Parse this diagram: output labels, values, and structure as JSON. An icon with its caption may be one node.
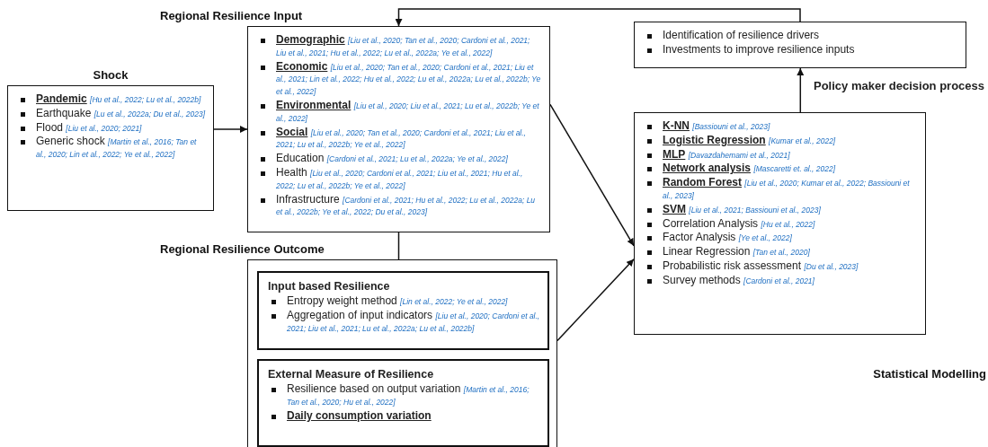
{
  "diagram": {
    "nodes": [
      {
        "text": [
          "Shock",
          "**Pandemic** *[Hu et al., 2022; Lu et al., 2022b]*",
          "Earthquake *[Lu et al., 2022a; Du et al., 2023]*",
          "Flood *[Liu et al., 2020; 2021]*",
          "Generic shock *[Martin et al., 2016; Tan et al., 2020; Lin et al., 2022; Ye et al., 2022]*"
        ]
      },
      {
        "text": [
          "Regional Resilience Input",
          "**Demographic** *[Liu et al., 2020; Tan et al., 2020; Cardoni et al., 2021; Liu et al., 2021; Hu et al., 2022; Lu et al., 2022a; Ye et al., 2022]*",
          "**Economic** *[Liu et al., 2020; Tan et al., 2020; Cardoni et al., 2021; Liu et al., 2021; Lin et al., 2022; Hu et al., 2022; Lu et al., 2022a; Lu et al., 2022b; Ye et al., 2022]*",
          "**Environmental** *[Liu et al., 2020; Liu et al., 2021; Lu et al., 2022b; Ye et al., 2022]*",
          "**Social** *[Liu et al., 2020; Tan et al., 2020; Cardoni et al., 2021; Liu et al., 2021; Lu et al., 2022b; Ye et al., 2022]*",
          "Education *[Cardoni et al., 2021; Lu et al., 2022a; Ye et al., 2022]*",
          "Health *[Liu et al., 2020; Cardoni et al., 2021; Liu et al., 2021; Hu et al., 2022; Lu et al., 2022b; Ye et al., 2022]*",
          "Infrastructure *[Cardoni et al., 2021; Hu et al., 2022; Lu et al., 2022a; Lu et al., 2022b; Ye et al., 2022; Du et al., 2023]*"
        ]
      },
      {
        "text": [
          "Regional Resilience Outcome"
        ]
      },
      {
        "text": [
          "Input based Resilience",
          "Entropy weight method *[Lin et al., 2022; Ye et al., 2022]*",
          "Aggregation of input indicators *[Liu et al., 2020; Cardoni et al., 2021; Liu et al., 2021; Lu et al., 2022a; Lu et al., 2022b]*"
        ],
        "in": 2
      },
      {
        "text": [
          "External Measure of Resilience",
          "Resilience based on output variation *[Martin et al., 2016; Tan et al., 2020; Hu et al., 2022]*",
          "Daily consumption variation"
        ],
        "in": 2
      },
      {
        "text": [
          "**K-NN** *[Bassiouni et al., 2023]*",
          "**Logistic Regression** *[Kumar et al., 2022]*",
          "**MLP** *[Davazdahemami et al., 2021]*",
          "**Network analysis** *[Mascaretti et. al., 2022]*",
          "**Random Forest** *[Liu et al., 2020; Kumar et al., 2022; Bassiouni et al., 2023]*",
          "**SVM** *[Liu et al., 2021; Bassiouni et al., 2023]*",
          "Correlation Analysis *[Hu et al., 2022]*",
          "Factor Analysis *[Ye et al., 2022]*",
          "Linear Regression *[Tan et al., 2020]*",
          "Probabilistic risk assessment *[Du et al., 2023]*",
          "Survey methods *[Cardoni et al., 2021]*",
          "Statistical Modelling"
        ]
      },
      {
        "text": [
          "Identification of resilience drivers",
          "Investments to improve resilience inputs"
        ]
      }
    ],
    "edges": [
      {
        "from": 0,
        "to": 1,
        "arrow": "to"
      },
      {
        "from": 1,
        "to": 3,
        "arrow": "to"
      },
      {
        "from": 1,
        "to": 5,
        "arrow": "to"
      },
      {
        "from": 2,
        "to": 5,
        "arrow": "to"
      },
      {
        "from": 5,
        "to": 6,
        "label": "Policy maker decision process",
        "arrow": "to"
      },
      {
        "from": 6,
        "to": 1,
        "arrow": "to"
      }
    ]
  }
}
